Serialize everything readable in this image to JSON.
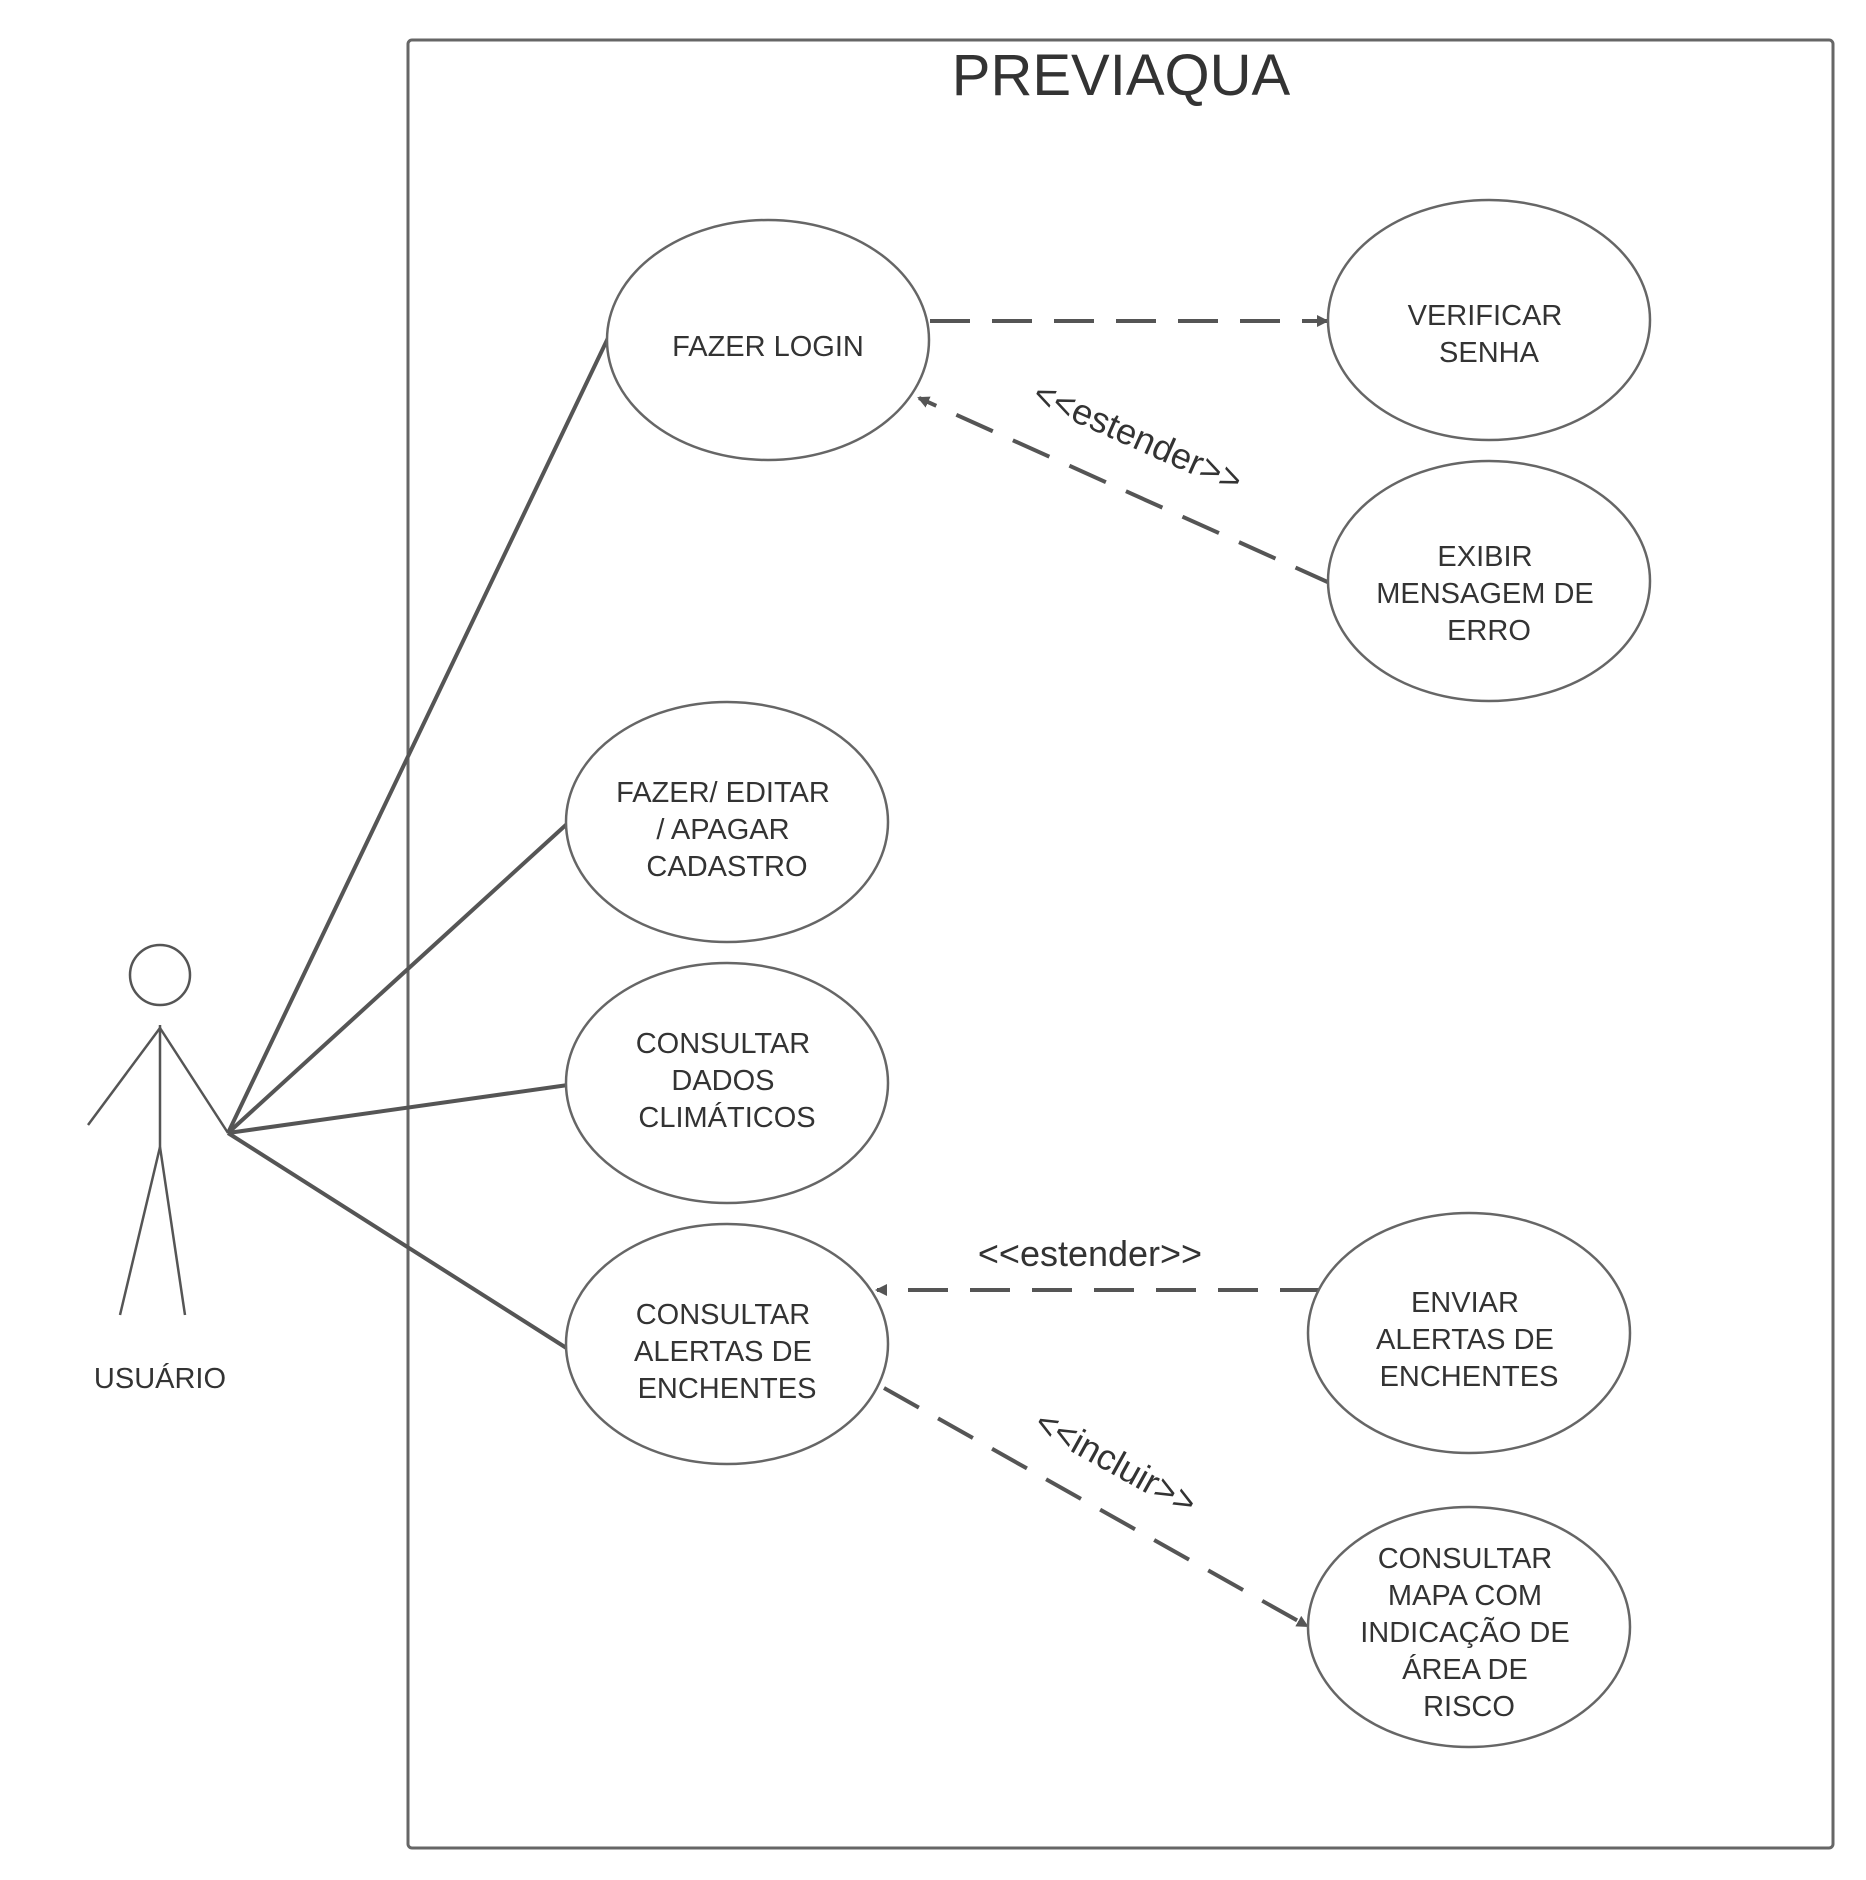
{
  "system": {
    "title": "PREVIAQUA"
  },
  "actor": {
    "name": "USUÁRIO"
  },
  "use_cases": {
    "login": [
      "FAZER LOGIN"
    ],
    "verificar_senha": [
      "VERIFICAR",
      "SENHA"
    ],
    "exibir_erro": [
      "EXIBIR",
      "MENSAGEM DE",
      "ERRO"
    ],
    "cadastro": [
      "FAZER/ EDITAR",
      "/ APAGAR",
      "CADASTRO"
    ],
    "dados_climaticos": [
      "CONSULTAR",
      "DADOS",
      "CLIMÁTICOS"
    ],
    "alertas": [
      "CONSULTAR",
      "ALERTAS DE",
      "ENCHENTES"
    ],
    "enviar_alertas": [
      "ENVIAR",
      "ALERTAS DE",
      "ENCHENTES"
    ],
    "mapa_risco": [
      "CONSULTAR",
      "MAPA COM",
      "INDICAÇÃO DE",
      "ÁREA DE",
      "RISCO"
    ]
  },
  "relations": {
    "estender_erro": "<<estender>>",
    "estender_alertas": "<<estender>>",
    "incluir_mapa": "<<incluir>>"
  },
  "colors": {
    "stroke": "#555555",
    "text": "#333333",
    "background": "#ffffff"
  }
}
